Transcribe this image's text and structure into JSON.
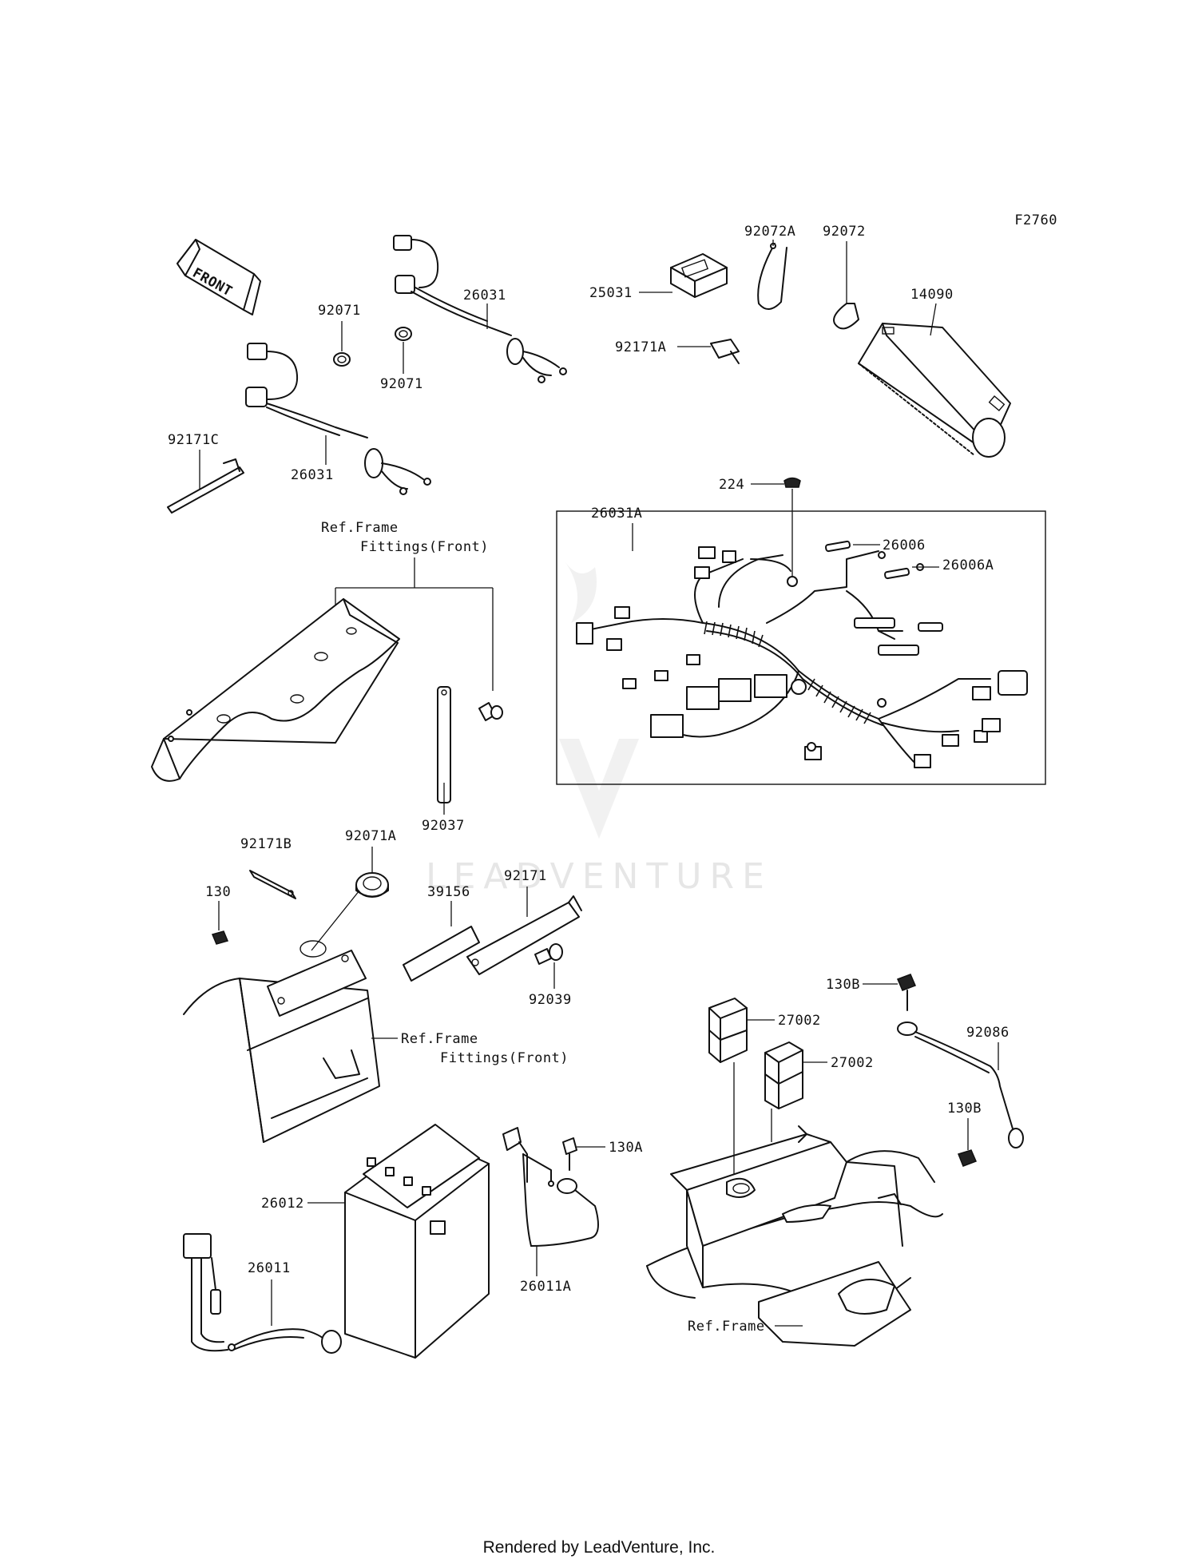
{
  "figure_code": "F2760",
  "direction_marker": "FRONT",
  "watermark": "LEADVENTURE",
  "footer": "Rendered by LeadVenture, Inc.",
  "callouts": {
    "p92072A": "92072A",
    "p92072": "92072",
    "p25031": "25031",
    "p14090": "14090",
    "p92171A": "92171A",
    "p26031_top": "26031",
    "p92071_a": "92071",
    "p92071_b": "92071",
    "p92171C": "92171C",
    "p26031_left": "26031",
    "p224": "224",
    "p26031A": "26031A",
    "p26006": "26006",
    "p26006A": "26006A",
    "ref_frame_fittings_1_a": "Ref.Frame",
    "ref_frame_fittings_1_b": "Fittings(Front)",
    "p92037": "92037",
    "p92171B": "92171B",
    "p92071A": "92071A",
    "p130": "130",
    "p39156": "39156",
    "p92171": "92171",
    "p92039": "92039",
    "ref_frame_fittings_2_a": "Ref.Frame",
    "ref_frame_fittings_2_b": "Fittings(Front)",
    "p130B_top": "130B",
    "p27002_a": "27002",
    "p27002_b": "27002",
    "p92086": "92086",
    "p130B_bottom": "130B",
    "p130A": "130A",
    "p26012": "26012",
    "p26011": "26011",
    "p26011A": "26011A",
    "ref_frame": "Ref.Frame"
  }
}
